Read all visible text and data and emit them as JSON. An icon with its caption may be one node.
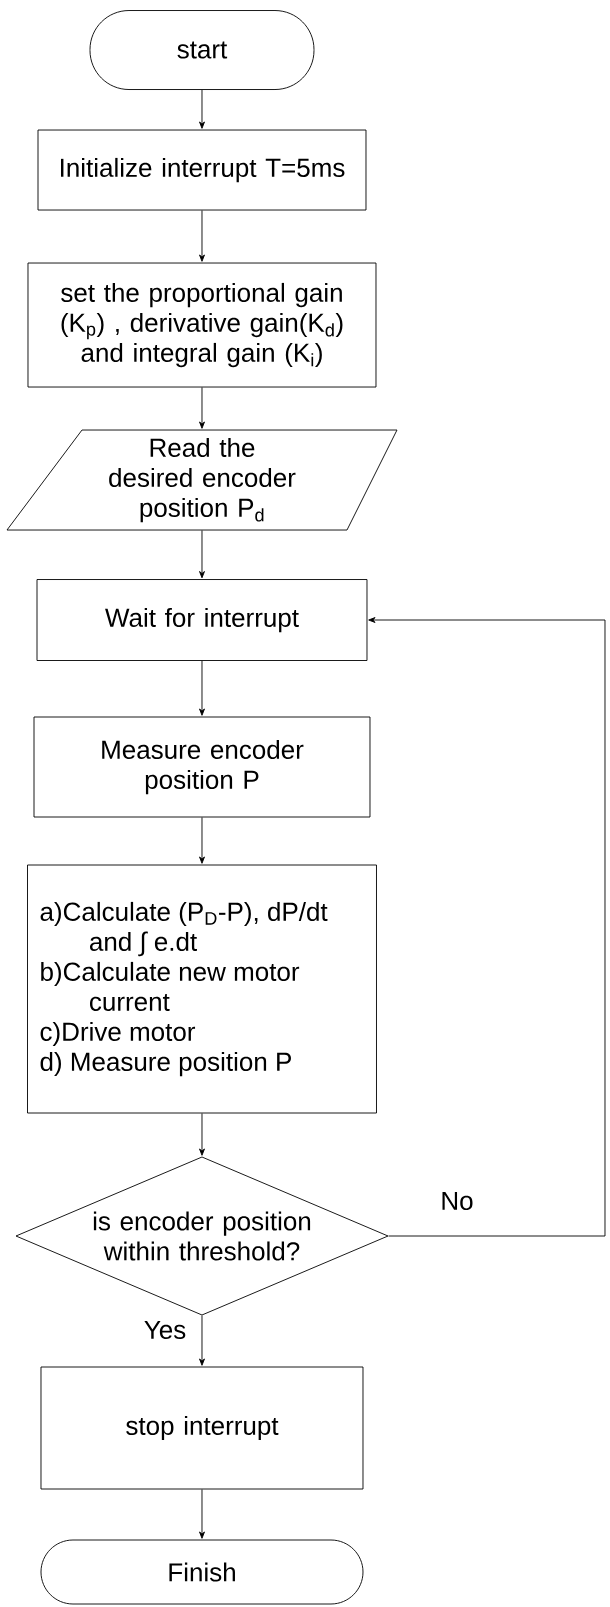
{
  "diagram": {
    "nodes": [
      {
        "text": [
          "start"
        ]
      },
      {
        "text": [
          "Initialize interrupt T=5ms"
        ]
      },
      {
        "text": [
          "set the proportional gain (K$_{p}$) , derivative gain(K$_{d}$) and integral gain (K$_{i}$)"
        ]
      },
      {
        "text": [
          "Read the desired encoder position P$_{d}$"
        ]
      },
      {
        "text": [
          "Wait for interrupt"
        ]
      },
      {
        "text": [
          "Measure encoder position P"
        ]
      },
      {
        "text": [
          "a)Calculate (P$_{D}$-P), dP/dt and ∫ e.dt",
          "b)Calculate new motor current",
          "c)Drive motor",
          "d) Measure position P"
        ]
      },
      {
        "text": [
          "is encoder position within threshold?"
        ]
      },
      {
        "text": [
          "stop interrupt"
        ]
      },
      {
        "text": [
          "Finish"
        ]
      }
    ],
    "edges": [
      {
        "from": 0,
        "to": 1,
        "arrow": "to"
      },
      {
        "from": 1,
        "to": 2,
        "arrow": "to"
      },
      {
        "from": 2,
        "to": 3,
        "arrow": "to"
      },
      {
        "from": 3,
        "to": 4,
        "arrow": "to"
      },
      {
        "from": 4,
        "to": 5,
        "arrow": "to"
      },
      {
        "from": 5,
        "to": 6,
        "arrow": "to"
      },
      {
        "from": 6,
        "to": 7,
        "arrow": "to"
      },
      {
        "from": 7,
        "to": 4,
        "arrow": "to",
        "label": "No"
      },
      {
        "from": 7,
        "to": 8,
        "arrow": "to",
        "label": "Yes"
      },
      {
        "from": 8,
        "to": 9,
        "arrow": "to"
      }
    ]
  }
}
